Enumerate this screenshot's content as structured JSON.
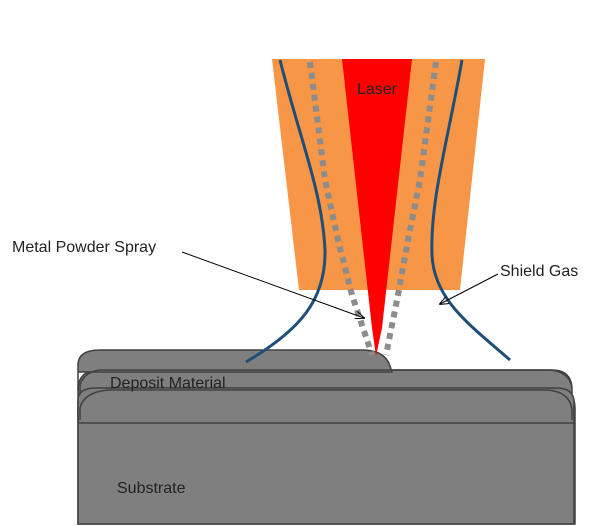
{
  "labels": {
    "laser": "Laser",
    "metal_powder_spray": "Metal Powder Spray",
    "shield_gas": "Shield Gas",
    "deposit_material": "Deposit Material",
    "substrate": "Substrate"
  },
  "colors": {
    "nozzle": "#f79646",
    "laser_beam": "#ff0000",
    "powder_stream": "#8c8c8c",
    "shield_gas_line": "#1f4e79",
    "substrate": "#7f7f7f",
    "deposit": "#7f7f7f",
    "outline": "#404040",
    "leader_line": "#000000"
  }
}
